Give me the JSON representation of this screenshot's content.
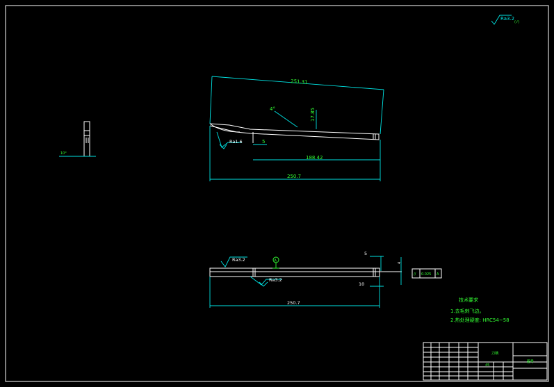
{
  "corner_roughness": {
    "symbol": "Ra3.2",
    "suffix": "(√)"
  },
  "top_view": {
    "dim_total_top": "251.31",
    "dim_angle": "4°",
    "dim_vertical": "17.85",
    "roughness": "Ra1.6",
    "dim_small": "5",
    "dim_mid": "188.42",
    "dim_bottom": "250.7"
  },
  "left_detail": {
    "dim": "10°"
  },
  "front_view": {
    "roughness_top": "Ra3.2",
    "datum": "A",
    "roughness_mid": "Ra3.2",
    "dim_5": "5",
    "dim_4": "4",
    "dim_10": "10",
    "dim_total": "250.7",
    "tolerance": {
      "symbol": "//",
      "value": "0.025",
      "datum": "A"
    }
  },
  "tech_notes": {
    "title": "技术要求",
    "line1": "1.去毛刺飞边。",
    "line2": "2.热处理硬度: HRC54~58"
  },
  "title_block": {
    "part_name": "刀柄",
    "material": "45",
    "right_label": "图号"
  }
}
